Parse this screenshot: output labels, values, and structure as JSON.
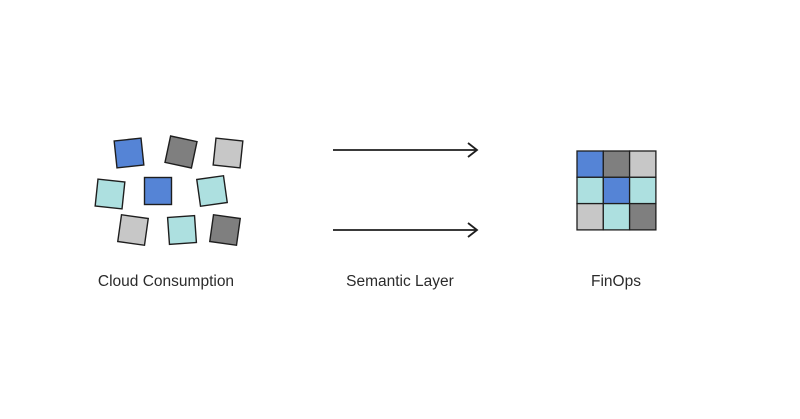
{
  "colors": {
    "blue": "#5584d6",
    "dark": "#7f7f7f",
    "light": "#c7c7c7",
    "teal": "#ade0e0",
    "stroke": "#1e1e1e"
  },
  "nodes": [
    {
      "label": "Cloud Consumption"
    },
    {
      "label": "Semantic Layer"
    },
    {
      "label": "FinOps"
    }
  ],
  "scattered_tiles": [
    "blue",
    "dark",
    "light",
    "teal",
    "blue",
    "teal",
    "light",
    "teal",
    "dark"
  ],
  "grid_tiles": [
    [
      "blue",
      "dark",
      "light"
    ],
    [
      "teal",
      "blue",
      "teal"
    ],
    [
      "light",
      "teal",
      "dark"
    ]
  ],
  "arrows": [
    "arrow",
    "arrow"
  ]
}
